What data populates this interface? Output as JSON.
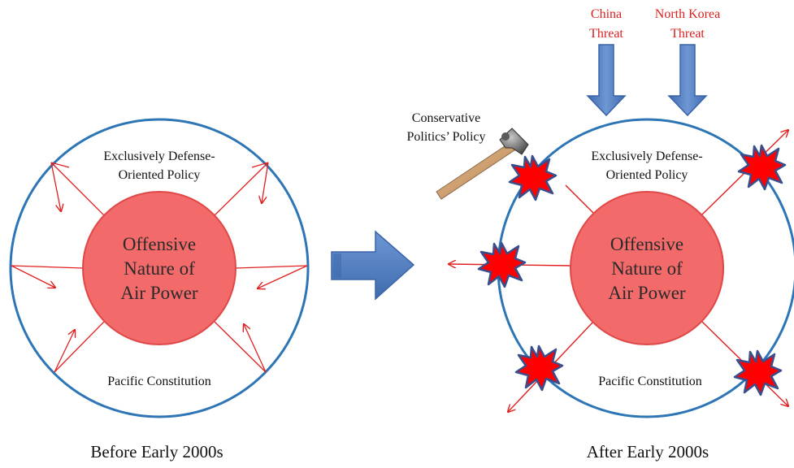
{
  "left_panel": {
    "core_line1": "Offensive",
    "core_line2": "Nature of",
    "core_line3": "Air Power",
    "top_line1": "Exclusively Defense-",
    "top_line2": "Oriented Policy",
    "bottom": "Pacific Constitution",
    "caption": "Before Early 2000s"
  },
  "right_panel": {
    "core_line1": "Offensive",
    "core_line2": "Nature of",
    "core_line3": "Air Power",
    "top_line1": "Exclusively Defense-",
    "top_line2": "Oriented Policy",
    "bottom": "Pacific Constitution",
    "caption": "After Early 2000s",
    "hammer_line1": "Conservative",
    "hammer_line2": "Politics’ Policy",
    "threat1_line1": "China",
    "threat1_line2": "Threat",
    "threat2_line1": "North Korea",
    "threat2_line2": "Threat"
  },
  "colors": {
    "ring": "#2E75B6",
    "core_fill": "#F26A6A",
    "core_stroke": "#E04848",
    "arrow_red": "#E02020",
    "threat_text": "#D92020",
    "big_arrow": "#4F7EC1",
    "burst_fill": "#FF0000",
    "burst_stroke": "#3A4E8C"
  }
}
